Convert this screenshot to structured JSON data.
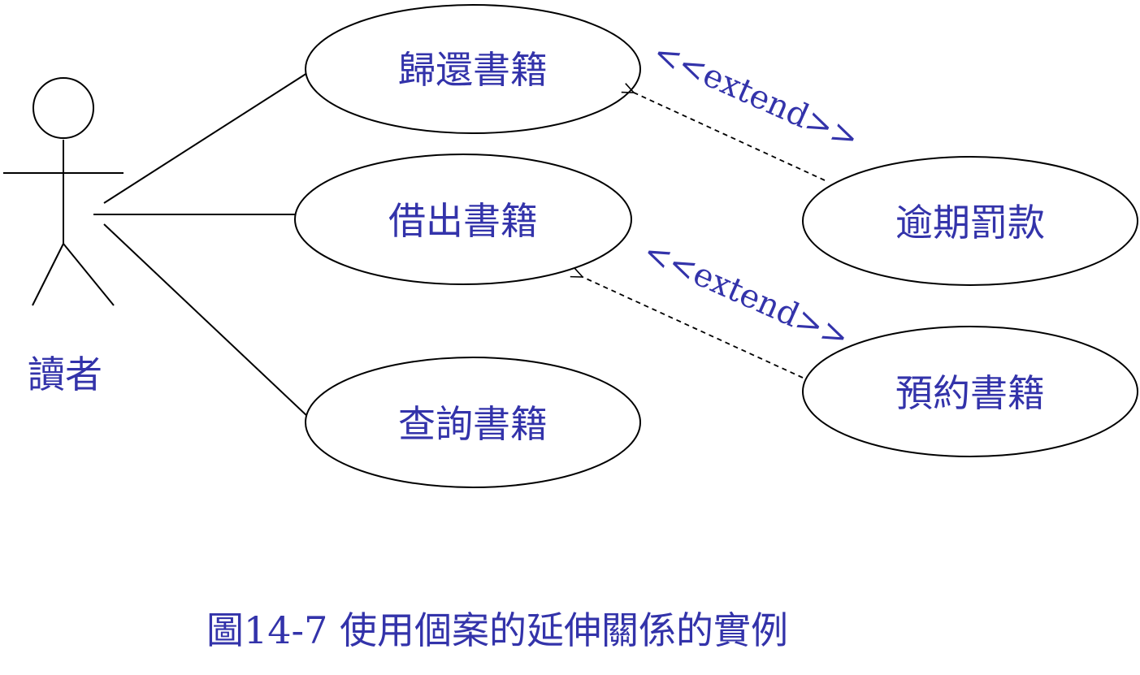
{
  "actor": {
    "label": "讀者"
  },
  "use_cases": {
    "return_book": "歸還書籍",
    "borrow_book": "借出書籍",
    "search_book": "查詢書籍",
    "overdue_fine": "逾期罰款",
    "reserve_book": "預約書籍"
  },
  "relations": {
    "extend_1": "<<extend>>",
    "extend_2": "<<extend>>"
  },
  "caption": "圖14-7 使用個案的延伸關係的實例",
  "colors": {
    "text": "#3333aa",
    "line": "#000000"
  }
}
